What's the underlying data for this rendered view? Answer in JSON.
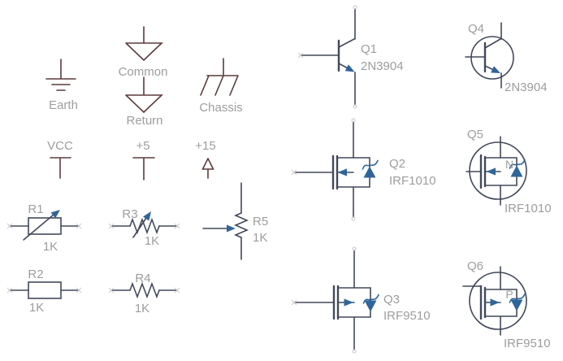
{
  "colors": {
    "background": "#ffffff",
    "ground_symbol": "#5d3b3b",
    "component_line": "#42495a",
    "accent_blue": "#2f6699",
    "label_gray": "#9d9d9d"
  },
  "grounds": {
    "earth": "Earth",
    "common": "Common",
    "return": "Return",
    "chassis": "Chassis"
  },
  "power": {
    "vcc": "VCC",
    "plus5": "+5",
    "plus15": "+15"
  },
  "resistors": [
    {
      "ref": "R1",
      "value": "1K",
      "type": "variable-box"
    },
    {
      "ref": "R2",
      "value": "1K",
      "type": "box"
    },
    {
      "ref": "R3",
      "value": "1K",
      "type": "variable-zigzag"
    },
    {
      "ref": "R4",
      "value": "1K",
      "type": "zigzag"
    },
    {
      "ref": "R5",
      "value": "1K",
      "type": "potentiometer-vertical"
    }
  ],
  "transistors": [
    {
      "ref": "Q1",
      "part": "2N3904",
      "kind": "npn-bjt"
    },
    {
      "ref": "Q2",
      "part": "IRF1010",
      "kind": "n-mosfet"
    },
    {
      "ref": "Q3",
      "part": "IRF9510",
      "kind": "p-mosfet"
    },
    {
      "ref": "Q4",
      "part": "2N3904",
      "kind": "npn-bjt-circled"
    },
    {
      "ref": "Q5",
      "part": "IRF1010",
      "kind": "n-mosfet-circled",
      "channel": "N"
    },
    {
      "ref": "Q6",
      "part": "IRF9510",
      "kind": "p-mosfet-circled",
      "channel": "P"
    }
  ]
}
